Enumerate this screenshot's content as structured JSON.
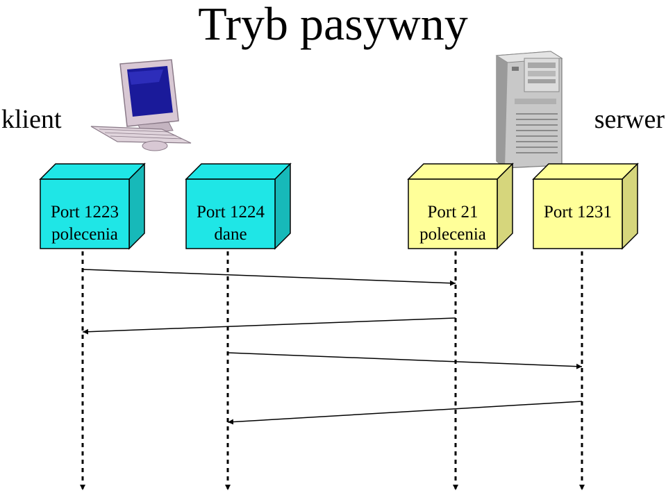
{
  "title": "Tryb pasywny",
  "client_label": "klient",
  "server_label": "serwer",
  "colors": {
    "client_port_fill": "#1fe6e6",
    "client_port_side": "#17b9b9",
    "server_port_fill": "#ffff99",
    "server_port_side": "#d6d67c",
    "outline": "#000000"
  },
  "icons": {
    "client_computer": "desktop-computer-icon",
    "server_computer": "server-tower-icon"
  },
  "ports": [
    {
      "line1": "Port 1223",
      "line2": "polecenia",
      "side": "client"
    },
    {
      "line1": "Port 1224",
      "line2": "dane",
      "side": "client"
    },
    {
      "line1": "Port 21",
      "line2": "polecenia",
      "side": "server"
    },
    {
      "line1": "Port 1231",
      "line2": "",
      "side": "server"
    }
  ],
  "messages": [
    {
      "from": "Port 1223",
      "to": "Port 21"
    },
    {
      "from": "Port 21",
      "to": "Port 1223"
    },
    {
      "from": "Port 1224",
      "to": "Port 1231"
    },
    {
      "from": "Port 1231",
      "to": "Port 1224"
    }
  ]
}
